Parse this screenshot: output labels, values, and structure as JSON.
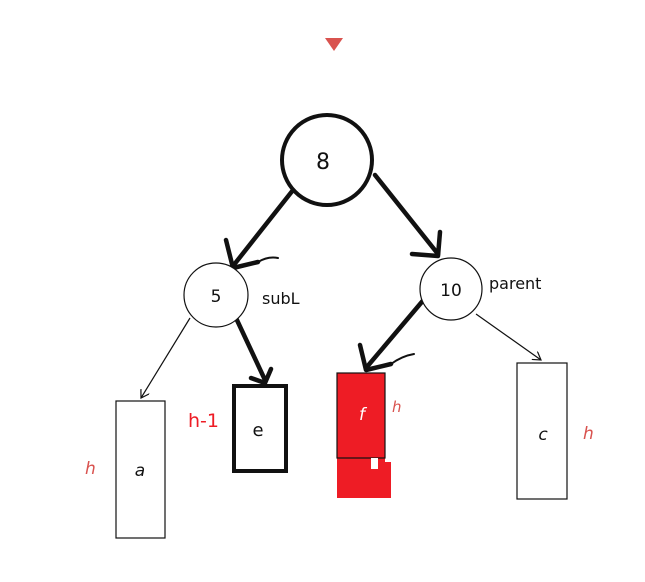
{
  "marker": {
    "color": "#d9534f"
  },
  "nodes": {
    "root": {
      "label": "8"
    },
    "left": {
      "label": "5",
      "name": "subL"
    },
    "right": {
      "label": "10",
      "name": "parent"
    }
  },
  "subtrees": {
    "a": {
      "label": "a",
      "height": "h"
    },
    "e": {
      "label": "e",
      "height": "h-1"
    },
    "f": {
      "label": "f",
      "height": "h"
    },
    "c": {
      "label": "c",
      "height": "h"
    }
  },
  "colors": {
    "highlight": "#ee1c25",
    "height_label": "#d9534f",
    "ink": "#111111"
  }
}
